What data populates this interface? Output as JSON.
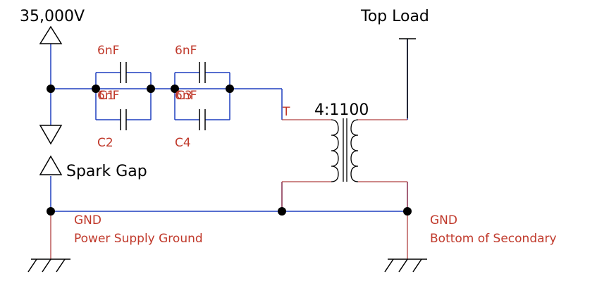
{
  "labels": {
    "voltage": "35,000V",
    "top_load": "Top Load",
    "spark_gap": "Spark Gap",
    "ratio": "4:1100",
    "cap_top_1": "6nF",
    "cap_top_2": "6nF",
    "cap_mid_1": "6nF",
    "cap_mid_1b": "C1",
    "cap_mid_2": "6nF",
    "cap_mid_2b": "C3",
    "cap_c2": "C2",
    "cap_c4": "C4",
    "terminal_t": "T",
    "gnd_left": "GND",
    "gnd_left_desc": "Power Supply Ground",
    "gnd_right": "GND",
    "gnd_right_desc": "Bottom of Secondary"
  },
  "colors": {
    "wire": "#1f3fbf",
    "component": "#000000",
    "label_red": "#c0392b",
    "junction": "#000000",
    "ground_lead": "#b04040"
  }
}
